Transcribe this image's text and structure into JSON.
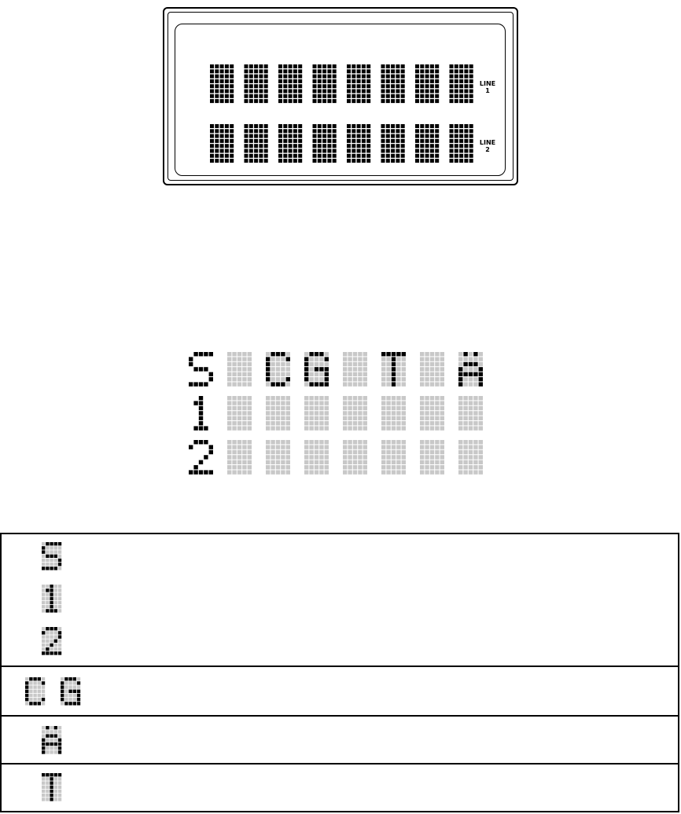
{
  "lcd_panel": {
    "line_labels": [
      {
        "word": "LINE",
        "num": "1"
      },
      {
        "word": "LINE",
        "num": "2"
      }
    ],
    "characters_per_line": 8
  },
  "example_display": {
    "rows": [
      [
        "S",
        "",
        "C",
        "G",
        "",
        "T",
        "",
        "Ä"
      ],
      [
        "1",
        "",
        "",
        "",
        "",
        "",
        "",
        ""
      ],
      [
        "2",
        "",
        "",
        "",
        "",
        "",
        "",
        ""
      ]
    ]
  },
  "legend": {
    "groups": [
      [
        "S",
        "1",
        "2"
      ],
      [
        "C",
        "G"
      ],
      [
        "Ä"
      ],
      [
        "T"
      ]
    ]
  },
  "colors": {
    "pixel_on": "#000000",
    "pixel_off": "#c8c8c8",
    "outline": "#000000"
  }
}
